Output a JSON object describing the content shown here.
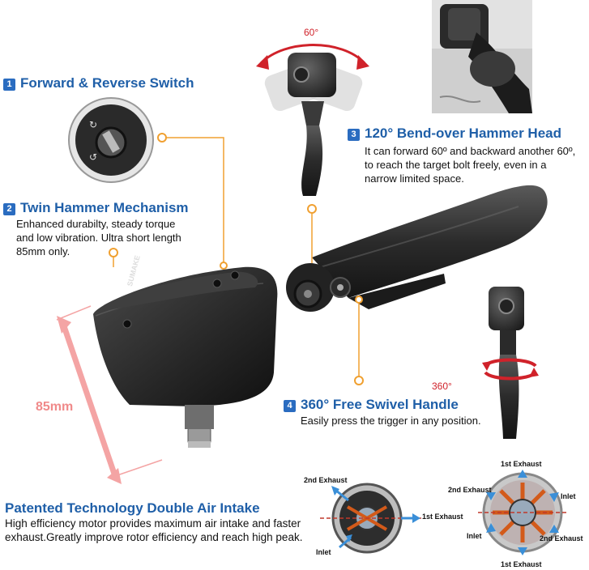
{
  "features": {
    "f1": {
      "num": "1",
      "title": "Forward & Reverse Switch"
    },
    "f2": {
      "num": "2",
      "title": "Twin Hammer Mechanism",
      "desc": [
        "Enhanced durabilty, steady torque",
        "and low vibration. Ultra short length",
        "85mm only."
      ]
    },
    "f3": {
      "num": "3",
      "title": "120° Bend-over Hammer Head",
      "desc": [
        "It can forward 60º and backward another 60º,",
        "to reach the target bolt freely, even in a",
        "narrow limited space."
      ]
    },
    "f4": {
      "num": "4",
      "title": "360° Free Swivel Handle",
      "desc": [
        "Easily press the trigger in any position."
      ]
    },
    "f5": {
      "title": "Patented Technology Double Air Intake",
      "desc": [
        "High efficiency motor provides maximum air intake and faster",
        "exhaust.Greatly improve rotor efficiency and reach high peak."
      ]
    }
  },
  "annotations": {
    "angle_60": "60°",
    "angle_360": "360°",
    "length": "85mm",
    "tool_brand": "SUMAKE"
  },
  "diagram_left": {
    "exhaust_2": "2nd Exhaust",
    "exhaust_1": "1st Exhaust",
    "inlet": "Inlet"
  },
  "diagram_right": {
    "exhaust_1_top": "1st Exhaust",
    "exhaust_2_left": "2nd Exhaust",
    "inlet_right": "Inlet",
    "inlet_left": "Inlet",
    "exhaust_2_right": "2nd Exhaust",
    "exhaust_1_bottom": "1st Exhaust"
  },
  "colors": {
    "title_blue": "#1f5fa8",
    "badge_blue": "#2a6cc0",
    "accent_red": "#d0222a",
    "callout_orange": "#f0a030",
    "dimension_pink": "#f4a4a4",
    "arrow_blue": "#3a8fd8"
  }
}
